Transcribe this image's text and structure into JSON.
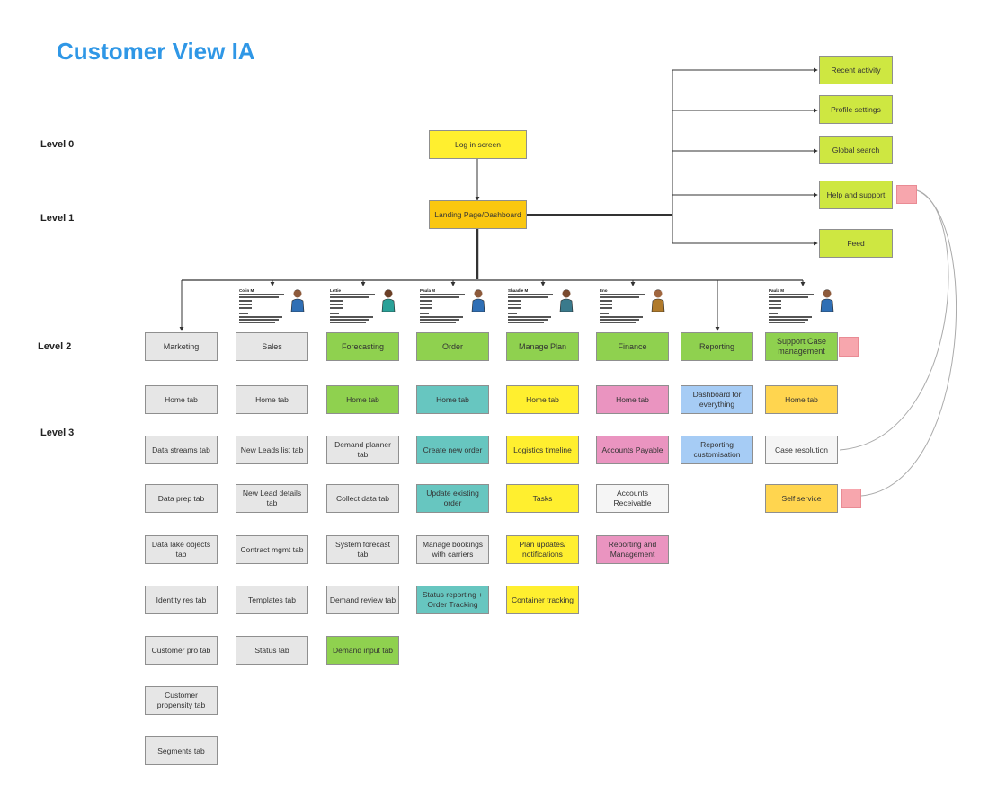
{
  "title": "Customer View IA",
  "levels": [
    "Level 0",
    "Level 1",
    "Level 2",
    "Level 3"
  ],
  "colors": {
    "grey": "#e6e6e6",
    "green": "#8fd14f",
    "teal": "#67c6c0",
    "yellow": "#ffef2f",
    "pink": "#ea94c0",
    "blue": "#a6ccf5",
    "orange": "#fac710",
    "lime": "#cee741",
    "amber": "#ffd54f",
    "white": "#f5f5f5",
    "note": "#f7a6ad",
    "title": "#2f97e6"
  },
  "level0": {
    "label": "Log in screen"
  },
  "level1": {
    "label": "Landing Page/Dashboard"
  },
  "side_items": [
    "Recent activity",
    "Profile settings",
    "Global search",
    "Help and support",
    "Feed"
  ],
  "personas": [
    {
      "name": "Colin M"
    },
    {
      "name": "Lettie"
    },
    {
      "name": "Paula M"
    },
    {
      "name": "Shaadie M"
    },
    {
      "name": "Eno"
    },
    {
      "name": "Paula M"
    }
  ],
  "columns": [
    {
      "label": "Marketing",
      "tabs": [
        "Home tab",
        "Data streams tab",
        "Data prep tab",
        "Data lake objects tab",
        "Identity res tab",
        "Customer pro tab",
        "Customer propensity tab",
        "Segments tab"
      ]
    },
    {
      "label": "Sales",
      "tabs": [
        "Home tab",
        "New Leads list tab",
        "New Lead details tab",
        "Contract mgmt tab",
        "Templates tab",
        "Status tab"
      ]
    },
    {
      "label": "Forecasting",
      "tabs": [
        "Home tab",
        "Demand planner tab",
        "Collect data tab",
        "System forecast tab",
        "Demand review tab",
        "Demand input tab"
      ]
    },
    {
      "label": "Order",
      "tabs": [
        "Home tab",
        "Create new order",
        "Update existing order",
        "Manage bookings with carriers",
        "Status reporting + Order Tracking"
      ]
    },
    {
      "label": "Manage Plan",
      "tabs": [
        "Home tab",
        "Logistics timeline",
        "Tasks",
        "Plan updates/ notifications",
        "Container tracking"
      ]
    },
    {
      "label": "Finance",
      "tabs": [
        "Home tab",
        "Accounts Payable",
        "Accounts Receivable",
        "Reporting and Management"
      ]
    },
    {
      "label": "Reporting",
      "tabs": [
        "Dashboard for everything",
        "Reporting customisation"
      ]
    },
    {
      "label": "Support Case management",
      "tabs": [
        "Home tab",
        "Case resolution",
        "Self service"
      ]
    }
  ],
  "notes": [
    "Help and support note",
    "Support case note",
    "Self service note"
  ]
}
